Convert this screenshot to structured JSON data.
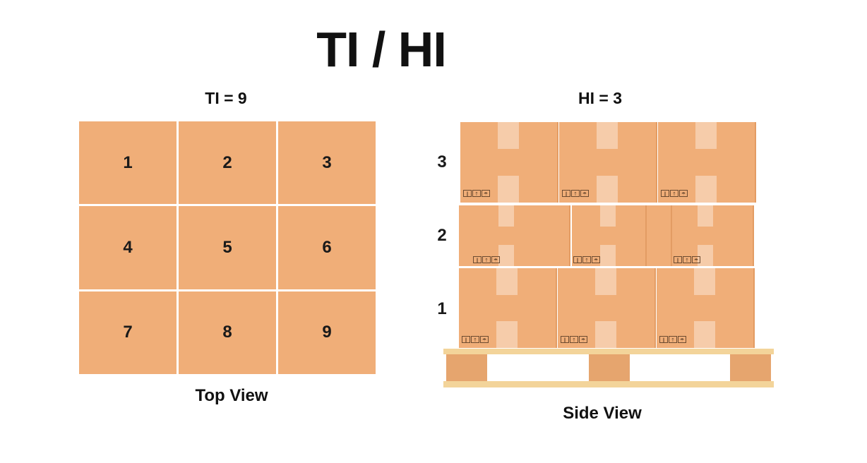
{
  "title": "TI / HI",
  "top_view": {
    "heading": "TI = 9",
    "cells": [
      "1",
      "2",
      "3",
      "4",
      "5",
      "6",
      "7",
      "8",
      "9"
    ],
    "caption": "Top View"
  },
  "side_view": {
    "heading": "HI = 3",
    "layers": [
      "3",
      "2",
      "1"
    ],
    "caption": "Side View"
  },
  "colors": {
    "box": "#f0ae78",
    "tape": "#f6ccaa",
    "pallet_plank": "#f3d49a",
    "pallet_block": "#e6a56e"
  },
  "icons": [
    "fragile-icon",
    "arrow-up-icon",
    "umbrella-icon"
  ]
}
